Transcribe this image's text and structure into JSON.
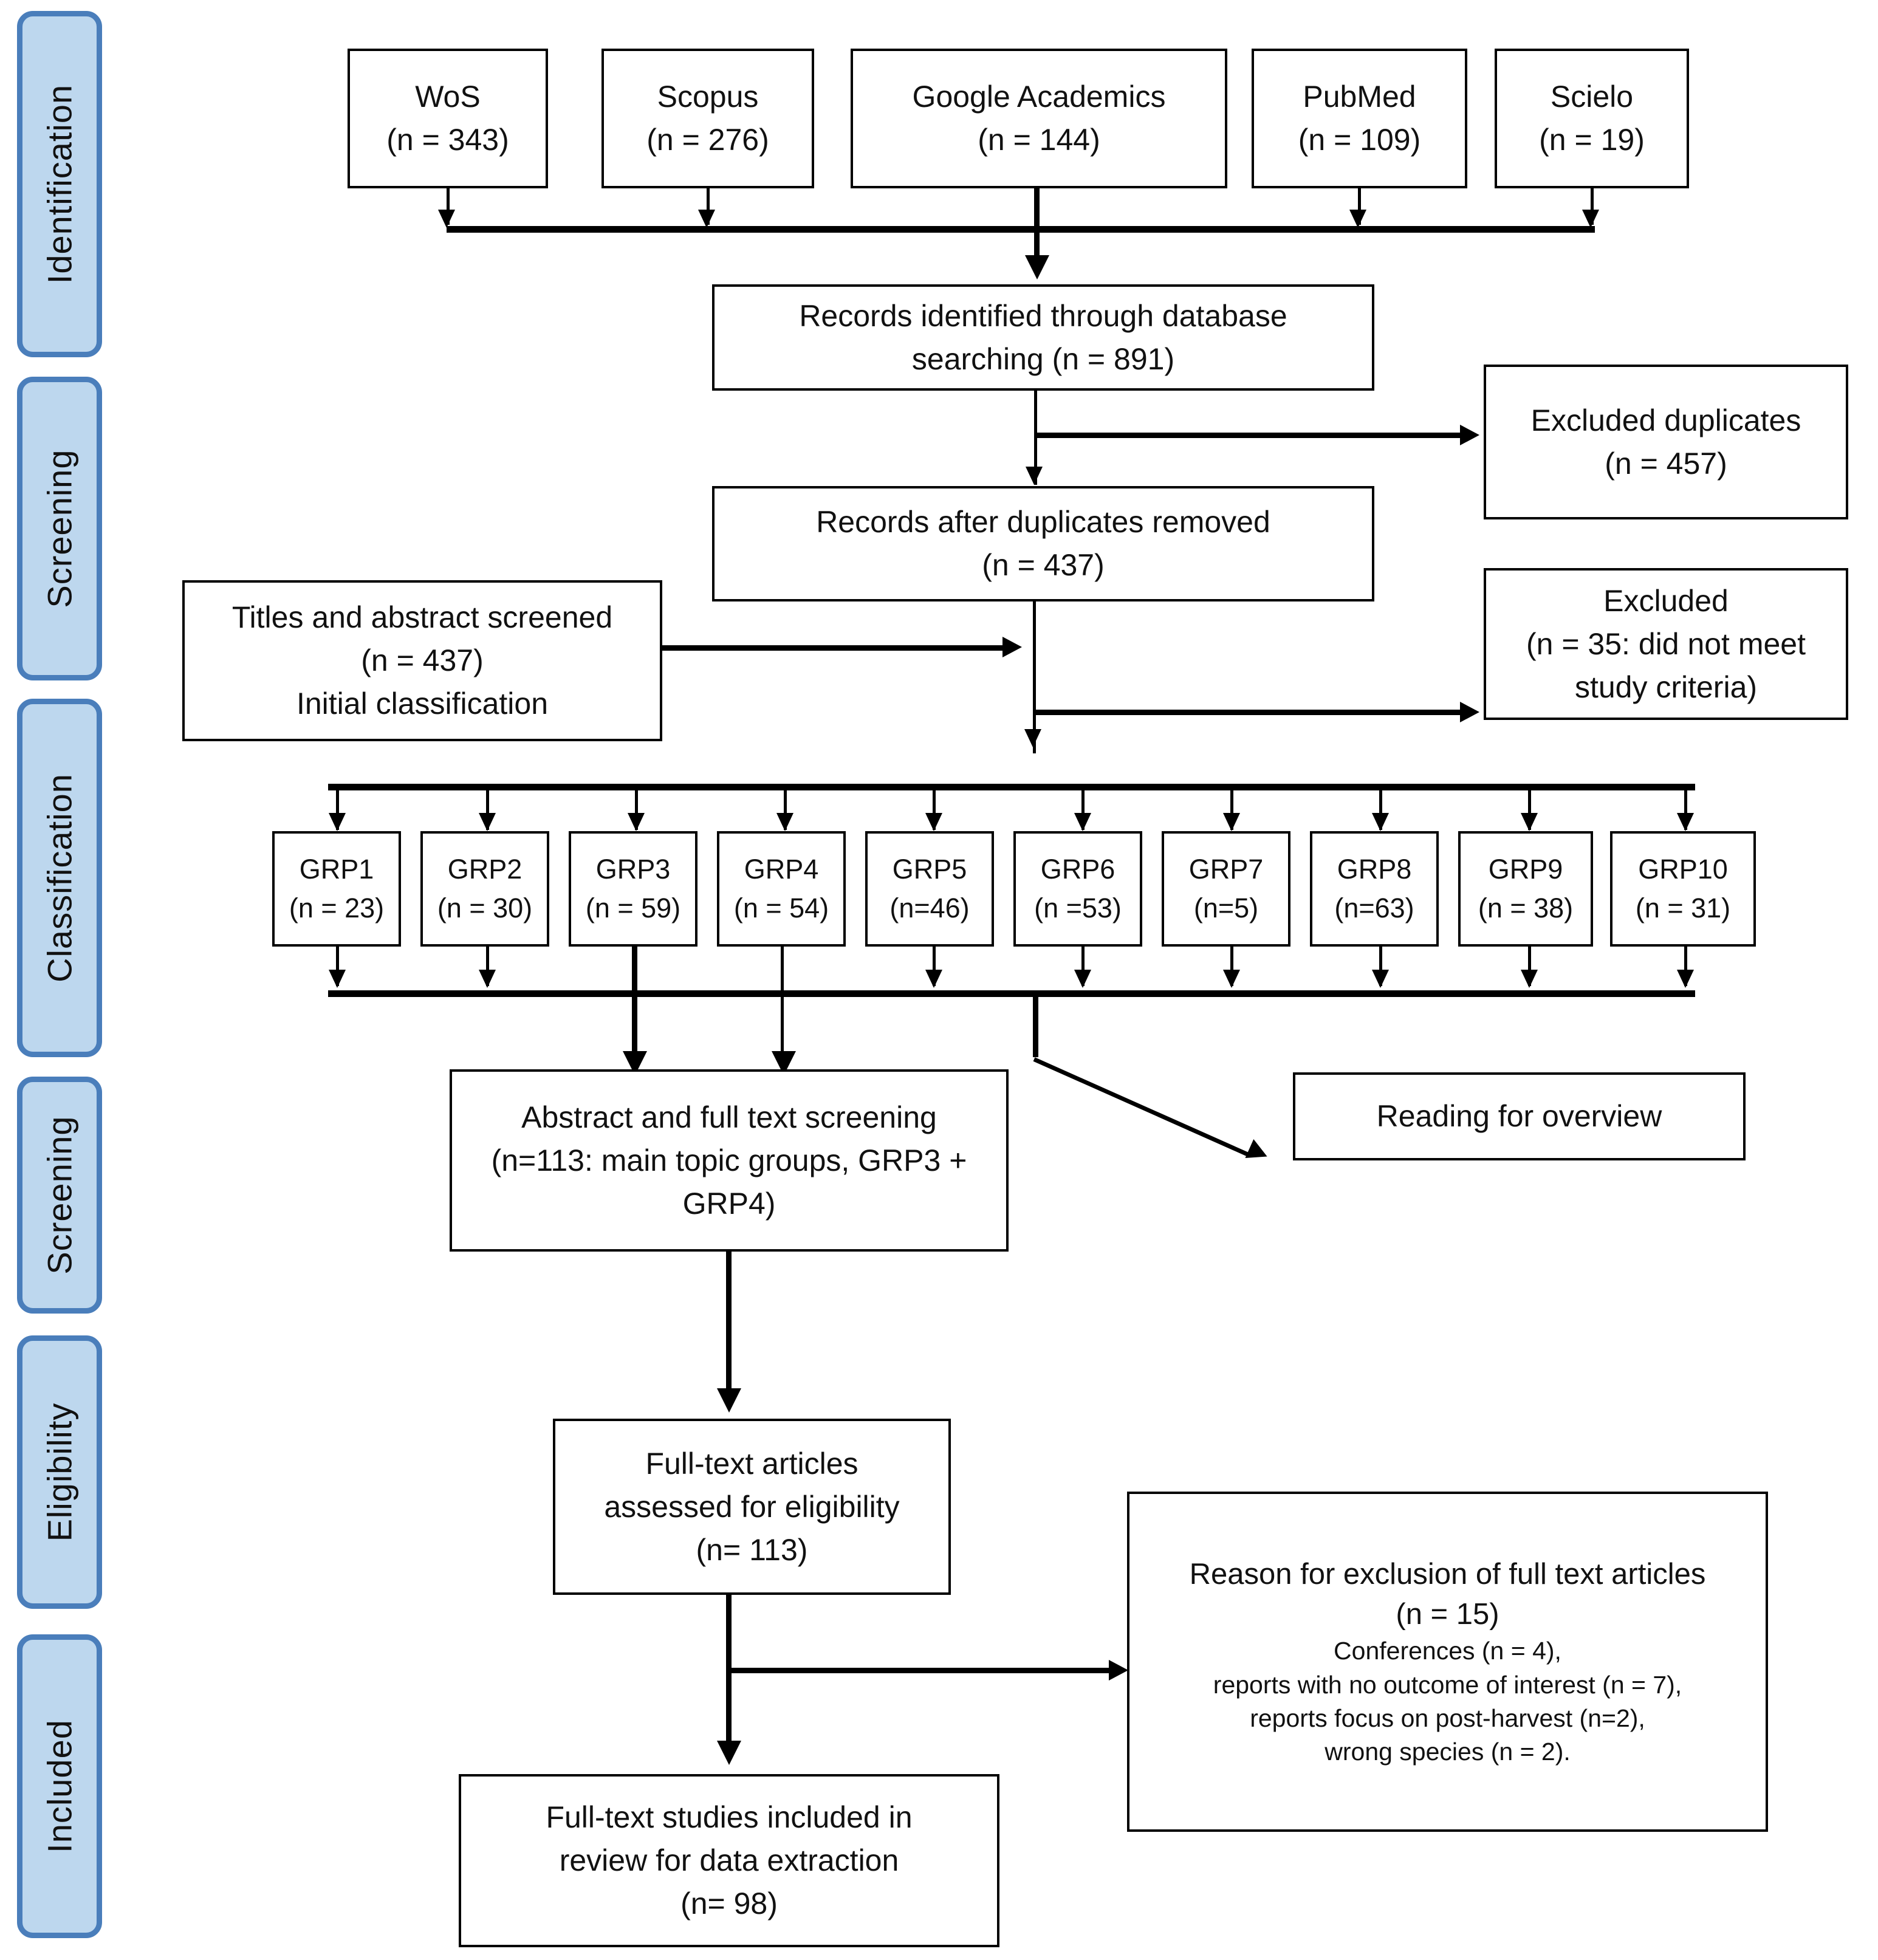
{
  "diagram": {
    "title": "PRISMA flow diagram",
    "accent_color": "#bdd7ee",
    "accent_border_color": "#4a7ebb",
    "line_color": "#000000",
    "box_fill": "#ffffff"
  },
  "stages": [
    {
      "id": "identification",
      "label": "Identification"
    },
    {
      "id": "screening-1",
      "label": "Screening"
    },
    {
      "id": "classification",
      "label": "Classification"
    },
    {
      "id": "screening-2",
      "label": "Screening"
    },
    {
      "id": "eligibility",
      "label": "Eligibility"
    },
    {
      "id": "included",
      "label": "Included"
    }
  ],
  "sources": [
    {
      "name": "WoS",
      "count": "(n = 343)"
    },
    {
      "name": "Scopus",
      "count": "(n = 276)"
    },
    {
      "name": "Google Academics",
      "count": "(n = 144)"
    },
    {
      "name": "PubMed",
      "count": "(n = 109)"
    },
    {
      "name": "Scielo",
      "count": "(n = 19)"
    }
  ],
  "boxes": {
    "records_identified": {
      "line1": "Records identified through database",
      "line2": "searching (n = 891)"
    },
    "excluded_duplicates": {
      "line1": "Excluded duplicates",
      "line2": "(n = 457)"
    },
    "records_after_dupes": {
      "line1": "Records after duplicates removed",
      "line2": "(n = 437)"
    },
    "titles_abstract_screened": {
      "line1": "Titles and abstract screened",
      "line2": "(n = 437)",
      "line3": "Initial classification"
    },
    "excluded_criteria": {
      "line1": "Excluded",
      "line2": "(n = 35: did not meet",
      "line3": "study criteria)"
    },
    "abstract_fulltext_screening": {
      "line1": "Abstract and full text screening",
      "line2": "(n=113: main topic groups, GRP3 +",
      "line3": "GRP4)"
    },
    "reading_for_overview": {
      "line1": "Reading for overview"
    },
    "fulltext_assessed": {
      "line1": "Full-text articles",
      "line2": "assessed for eligibility",
      "line3": "(n= 113)"
    },
    "reason_exclusion": {
      "line1": "Reason for exclusion of full text articles",
      "line2": "(n = 15)",
      "line3": "Conferences (n = 4),",
      "line4": "reports with no outcome of interest (n = 7),",
      "line5": "reports focus on post-harvest (n=2),",
      "line6": "wrong species (n = 2)."
    },
    "fulltext_included": {
      "line1": "Full-text studies included in",
      "line2": "review for data extraction",
      "line3": "(n= 98)"
    }
  },
  "groups": [
    {
      "name": "GRP1",
      "count": "(n = 23)"
    },
    {
      "name": "GRP2",
      "count": "(n = 30)"
    },
    {
      "name": "GRP3",
      "count": "(n = 59)"
    },
    {
      "name": "GRP4",
      "count": "(n = 54)"
    },
    {
      "name": "GRP5",
      "count": "(n=46)"
    },
    {
      "name": "GRP6",
      "count": "(n =53)"
    },
    {
      "name": "GRP7",
      "count": "(n=5)"
    },
    {
      "name": "GRP8",
      "count": "(n=63)"
    },
    {
      "name": "GRP9",
      "count": "(n = 38)"
    },
    {
      "name": "GRP10",
      "count": "(n = 31)"
    }
  ],
  "chart_data": {
    "type": "diagram",
    "title": "PRISMA study-selection flow",
    "nodes": [
      {
        "id": "wos",
        "label": "WoS",
        "n": 343
      },
      {
        "id": "scopus",
        "label": "Scopus",
        "n": 276
      },
      {
        "id": "google",
        "label": "Google Academics",
        "n": 144
      },
      {
        "id": "pubmed",
        "label": "PubMed",
        "n": 109
      },
      {
        "id": "scielo",
        "label": "Scielo",
        "n": 19
      },
      {
        "id": "identified",
        "label": "Records identified through database searching",
        "n": 891
      },
      {
        "id": "dupes",
        "label": "Excluded duplicates",
        "n": 457
      },
      {
        "id": "after_dupes",
        "label": "Records after duplicates removed",
        "n": 437
      },
      {
        "id": "screened",
        "label": "Titles and abstract screened",
        "n": 437
      },
      {
        "id": "excluded35",
        "label": "Excluded: did not meet study criteria",
        "n": 35
      },
      {
        "id": "grp1",
        "label": "GRP1",
        "n": 23
      },
      {
        "id": "grp2",
        "label": "GRP2",
        "n": 30
      },
      {
        "id": "grp3",
        "label": "GRP3",
        "n": 59
      },
      {
        "id": "grp4",
        "label": "GRP4",
        "n": 54
      },
      {
        "id": "grp5",
        "label": "GRP5",
        "n": 46
      },
      {
        "id": "grp6",
        "label": "GRP6",
        "n": 53
      },
      {
        "id": "grp7",
        "label": "GRP7",
        "n": 5
      },
      {
        "id": "grp8",
        "label": "GRP8",
        "n": 63
      },
      {
        "id": "grp9",
        "label": "GRP9",
        "n": 38
      },
      {
        "id": "grp10",
        "label": "GRP10",
        "n": 31
      },
      {
        "id": "abstract_full",
        "label": "Abstract and full text screening (main topic groups, GRP3 + GRP4)",
        "n": 113
      },
      {
        "id": "overview",
        "label": "Reading for overview",
        "n": null
      },
      {
        "id": "eligibility",
        "label": "Full-text articles assessed for eligibility",
        "n": 113
      },
      {
        "id": "excluded15",
        "label": "Reason for exclusion of full text articles",
        "n": 15
      },
      {
        "id": "included",
        "label": "Full-text studies included in review for data extraction",
        "n": 98
      }
    ],
    "exclusion_reasons": [
      {
        "reason": "Conferences",
        "n": 4
      },
      {
        "reason": "reports with no outcome of interest",
        "n": 7
      },
      {
        "reason": "reports focus on post-harvest",
        "n": 2
      },
      {
        "reason": "wrong species",
        "n": 2
      }
    ]
  }
}
